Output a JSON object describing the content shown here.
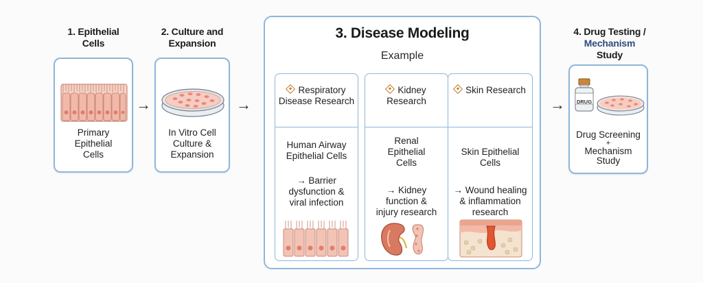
{
  "steps": {
    "step1": {
      "title_line1": "1. Epithelial",
      "title_line2": "Cells",
      "text": [
        "Primary",
        "Epithelial",
        "Cells"
      ]
    },
    "step2": {
      "title_line1": "2. Culture and",
      "title_line2": "Expansion",
      "text": [
        "In Vitro Cell",
        "Culture &",
        "Expansion"
      ]
    },
    "step3": {
      "title": "3. Disease Modeling",
      "subtitle": "Example"
    },
    "step4": {
      "title_line1": "4. Drug Testing /",
      "title_line2": "Mechanism",
      "title_line3": "Study",
      "text": [
        "Drug Screening",
        "+",
        "Mechanism",
        "Study"
      ],
      "vial_label": "DRUG"
    }
  },
  "arrows": [
    "→",
    "→",
    "→"
  ],
  "examples": [
    {
      "head": [
        "Respiratory",
        "Disease Research"
      ],
      "cell": [
        "Human Airway",
        "Epithelial Cells"
      ],
      "effect": [
        "→ Barrier",
        "dysfunction &",
        "viral infection"
      ]
    },
    {
      "head": [
        "Kidney",
        "Research"
      ],
      "cell": [
        "Renal",
        "Epithelial",
        "Cells"
      ],
      "effect": [
        "→ Kidney",
        "function &",
        "injury research"
      ]
    },
    {
      "head": [
        "Skin Research"
      ],
      "cell": [
        "Skin Epithelial",
        "Cells"
      ],
      "effect": [
        "→ Wound healing",
        "& inflammation",
        "research"
      ]
    }
  ],
  "colors": {
    "border": "#8db6db",
    "cell_fill": "#f2c4b6",
    "cell_stroke": "#c98a7a",
    "accent": "#c57a2a"
  }
}
